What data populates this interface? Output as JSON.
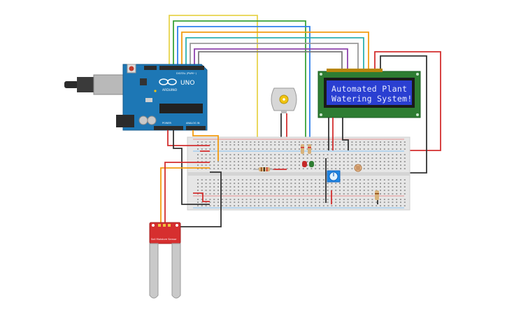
{
  "lcd": {
    "line1": "Automated Plant",
    "line2": "Watering System!"
  },
  "arduino": {
    "logo_text": "UNO",
    "brand": "ARDUINO",
    "header_digital": "DIGITAL (PWM~)",
    "header_power": "POWER",
    "header_analog": "ANALOG IN"
  },
  "sensor": {
    "label": "Soil Moisture Sensor"
  },
  "colors": {
    "arduino_board": "#1d77b5",
    "lcd_board": "#2e7d32",
    "lcd_screen": "#2a3fd1",
    "breadboard": "#e6e6e6",
    "sensor_board": "#d62f2f",
    "wire_red": "#d32f2f",
    "wire_black": "#333333",
    "wire_orange": "#f39c12",
    "wire_yellow": "#e8d44d",
    "wire_green": "#3aa33a",
    "wire_blue": "#2f80ed",
    "wire_purple": "#8e44ad",
    "wire_gray": "#8a8a8a"
  }
}
